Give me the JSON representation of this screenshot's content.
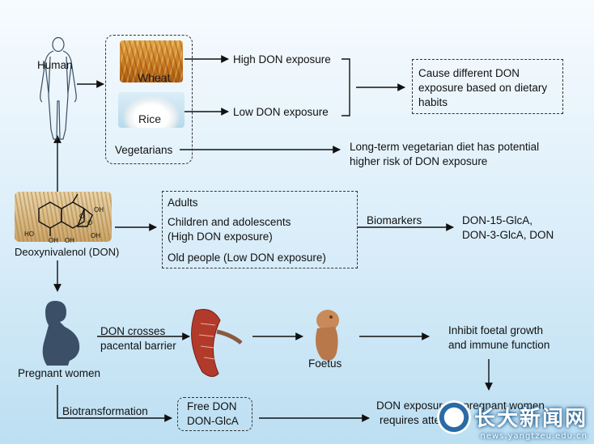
{
  "nodes": {
    "human": "Human",
    "wheat": "Wheat",
    "rice": "Rice",
    "high_exposure": "High DON exposure",
    "low_exposure": "Low DON exposure",
    "vegetarians": "Vegetarians",
    "cause_lines": [
      "Cause different  DON",
      "exposure based on dietary",
      "habits"
    ],
    "veg_lines": [
      "Long-term vegetarian diet  has potential",
      "higher risk of DON exposure"
    ],
    "don_label": "Deoxynivalenol (DON)",
    "adults": "Adults",
    "children_lines": [
      "Children and adolescents",
      "(High DON exposure)"
    ],
    "old_people": "Old people (Low DON exposure)",
    "biomarkers": "Biomarkers",
    "biomarker_lines": [
      "DON-15-GlcA,",
      "DON-3-GlcA, DON"
    ],
    "pregnant": "Pregnant women",
    "crosses_lines": [
      "DON crosses",
      "pacental barrier"
    ],
    "foetus": "Foetus",
    "inhibit_lines": [
      "Inhibit foetal growth",
      "and immune function"
    ],
    "biotransformation": "Biotransformation",
    "free_lines": [
      "Free DON",
      "DON-GlcA"
    ],
    "bottom_lines": [
      "DON exposure in pregnant women",
      "requires attention"
    ]
  },
  "molecule_labels": [
    "OH",
    "OH",
    "HO",
    "OH",
    "OH",
    "O",
    "O"
  ],
  "watermark": {
    "brand": "长大新闻网",
    "url": "news.yangtzeu.edu.cn"
  },
  "colors": {
    "arrow": "#111111",
    "placenta": "#b23a2a",
    "foetus": "#c98a5a",
    "figure": "#3b4f66"
  }
}
